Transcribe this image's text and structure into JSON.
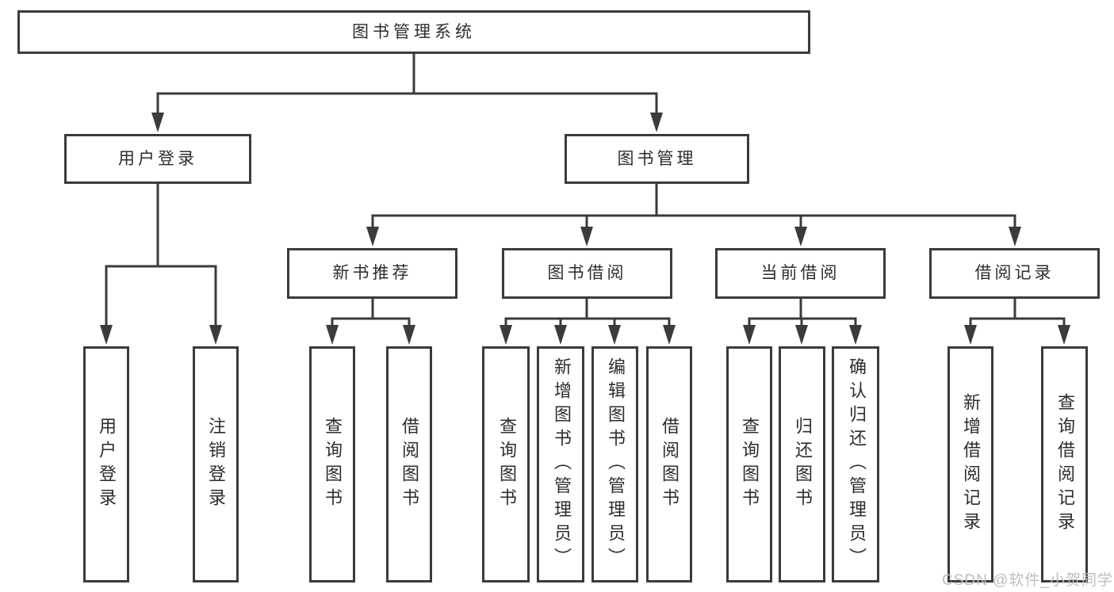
{
  "diagram": {
    "title": "图书管理系统",
    "level2": [
      {
        "key": "user-login",
        "label": "用户登录"
      },
      {
        "key": "book-management",
        "label": "图书管理"
      }
    ],
    "level3": [
      {
        "key": "new-book-recommendation",
        "label": "新书推荐"
      },
      {
        "key": "book-borrowing",
        "label": "图书借阅"
      },
      {
        "key": "current-borrowing",
        "label": "当前借阅"
      },
      {
        "key": "borrowing-records",
        "label": "借阅记录"
      }
    ],
    "leaves": {
      "user_login": [
        "用户登录",
        "注销登录"
      ],
      "new_book_recommendation": [
        "查询图书",
        "借阅图书"
      ],
      "book_borrowing": [
        "查询图书",
        "新增图书（管理员）",
        "编辑图书（管理员）",
        "借阅图书"
      ],
      "current_borrowing": [
        "查询图书",
        "归还图书",
        "确认归还（管理员）"
      ],
      "borrowing_records": [
        "新增借阅记录",
        "查询借阅记录"
      ]
    },
    "colors": {
      "line": "#3b3b3b",
      "text": "#2d2d2d",
      "box_fill": "#ffffff",
      "background": "#ffffff"
    }
  },
  "watermark": {
    "text": "CSDN @软件_小贺同学",
    "color": "#bdbdbd"
  }
}
